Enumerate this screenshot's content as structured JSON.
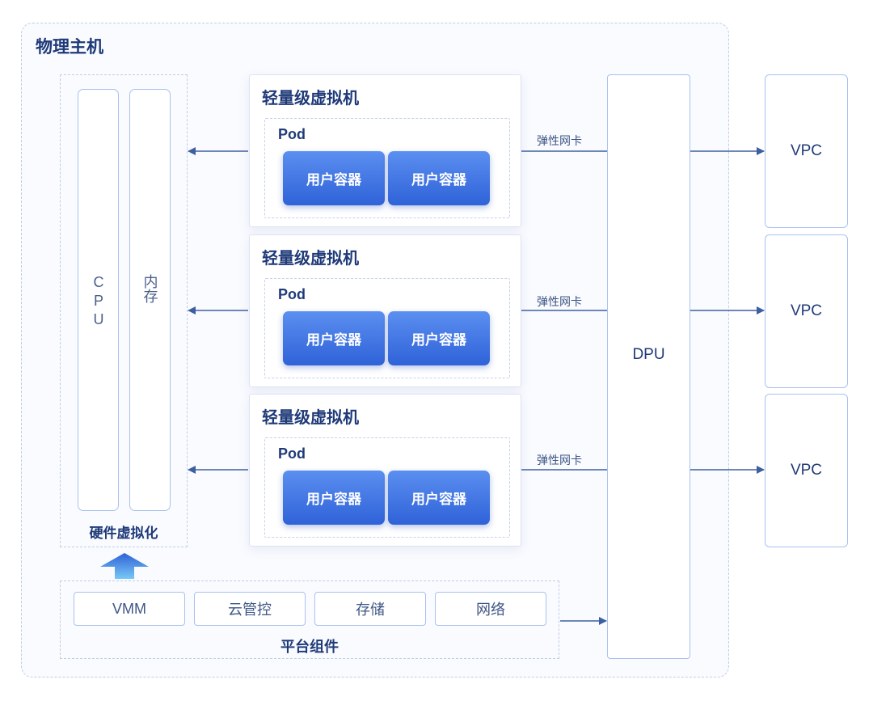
{
  "host": {
    "title": "物理主机"
  },
  "hardware": {
    "cpu_label": "CPU",
    "memory_label": "内存",
    "group_label": "硬件虚拟化"
  },
  "vms": [
    {
      "title": "轻量级虚拟机",
      "pod_title": "Pod",
      "containers": [
        "用户容器",
        "用户容器"
      ],
      "nic_label": "弹性网卡"
    },
    {
      "title": "轻量级虚拟机",
      "pod_title": "Pod",
      "containers": [
        "用户容器",
        "用户容器"
      ],
      "nic_label": "弹性网卡"
    },
    {
      "title": "轻量级虚拟机",
      "pod_title": "Pod",
      "containers": [
        "用户容器",
        "用户容器"
      ],
      "nic_label": "弹性网卡"
    }
  ],
  "dpu": {
    "label": "DPU"
  },
  "vpcs": [
    "VPC",
    "VPC",
    "VPC"
  ],
  "platform": {
    "components": [
      "VMM",
      "云管控",
      "存储",
      "网络"
    ],
    "group_label": "平台组件"
  },
  "colors": {
    "accent": "#2f62d8",
    "line": "#3d5fa0",
    "border": "#a9c1ee",
    "title": "#1f3a78"
  }
}
